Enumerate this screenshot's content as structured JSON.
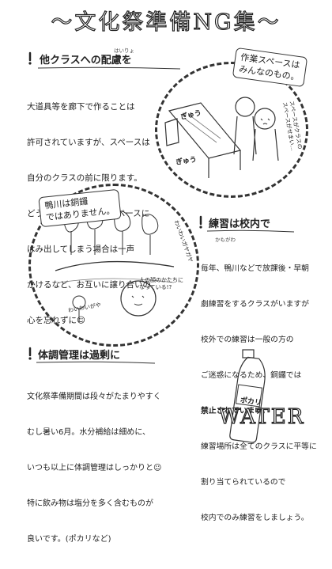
{
  "title": "〜文化祭準備NG集〜",
  "section1": {
    "heading": "他クラスへの配慮を",
    "ruby": "はいりょ",
    "lines": [
      "大道具等を廊下で作ることは",
      "許可されていますが、スペースは",
      "自分のクラスの前に限ります。",
      "どうしても他クラスのスペースに",
      "はみ出してしまう場合は一声",
      "かけるなど、お互いに譲り合いの",
      "心を忘れずに☺"
    ]
  },
  "illus1": {
    "banner": "作業スペースは\nみんなのもの。",
    "sfx1": "ぎゅう",
    "sfx2": "ぎゅう",
    "whisper": "スペースがクラスの\nスペースがせまい…"
  },
  "illus2": {
    "banner": "鴨川は銅鑼\nではありません。",
    "note1": "人の顔のかたちに\nなっている!?",
    "note2": "わいわいガヤガヤ",
    "note3": "わいわいがや"
  },
  "section2": {
    "heading": "練習は校内で",
    "ruby": "かもがわ",
    "lines": [
      "毎年、鴨川などで放課後・早朝",
      "劇練習をするクラスがいますが",
      "校外での練習は一般の方の",
      "ご迷惑になるため、銅鑼では",
      "禁止されています。",
      "練習場所は全てのクラスに平等に",
      "割り当てられているので",
      "校内でのみ練習をしましょう。"
    ]
  },
  "section3": {
    "heading": "体調管理は過剰に",
    "lines": [
      "文化祭準備期間は段々がたまりやすく",
      "むし暑い6月。水分補給は細めに、",
      "いつも以上に体調管理はしっかりと☺",
      "特に飲み物は塩分を多く含むものが",
      "良いです。(ポカリなど)"
    ]
  },
  "bottle_label": "ポカリ",
  "water_text": "WATER"
}
